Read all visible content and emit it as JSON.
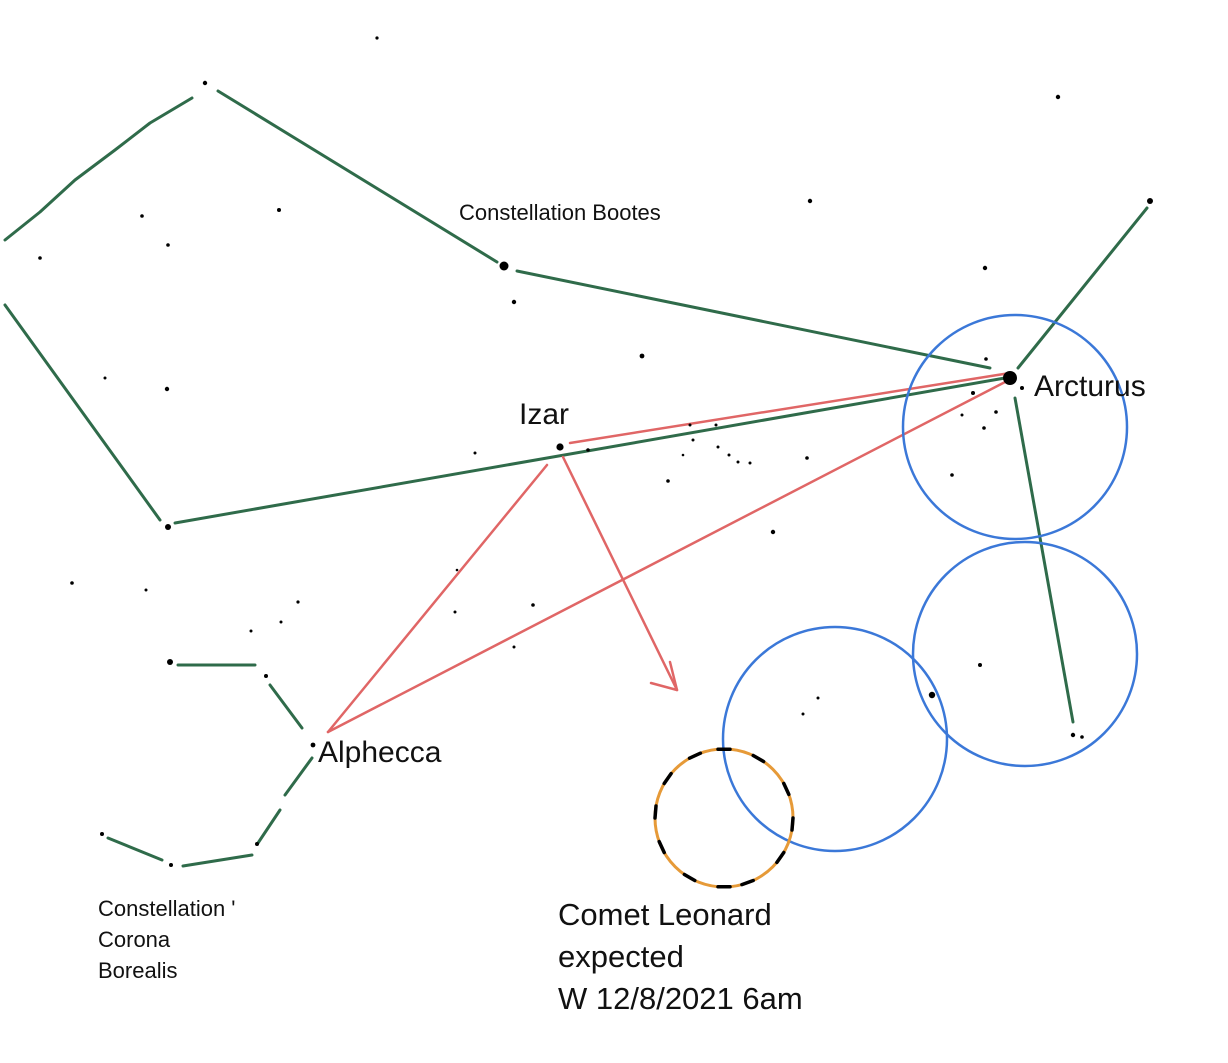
{
  "labels": {
    "bootes": "Constellation Bootes",
    "izar": "Izar",
    "arcturus": "Arcturus",
    "alphecca": "Alphecca",
    "corona_line1": "Constellation '",
    "corona_line2": "Corona",
    "corona_line3": "Borealis",
    "comet_line1": "Comet Leonard",
    "comet_line2": "expected",
    "comet_line3": "W 12/8/2021 6am"
  },
  "colors": {
    "constellation_line": "#2f6b4a",
    "pointer_arrow": "#e06666",
    "field_circle": "#3b78d8",
    "comet_circle": "#e69a38",
    "star": "#000000",
    "background": "#ffffff"
  }
}
